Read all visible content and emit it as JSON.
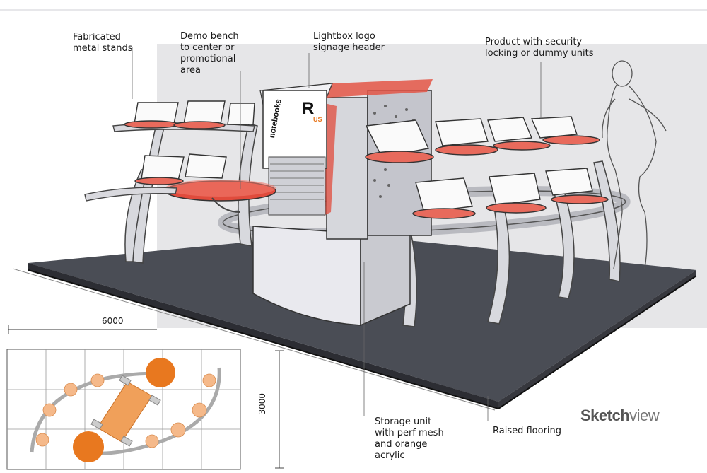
{
  "annotations": {
    "metal_stands": "Fabricated\nmetal stands",
    "demo_bench": "Demo bench\nto center or\npromotional\narea",
    "lightbox": "Lightbox logo\nsignage header",
    "product_security": "Product with security\nlocking or dummy units",
    "storage_unit": "Storage unit\nwith perf mesh\nand orange\nacrylic",
    "raised_flooring": "Raised flooring"
  },
  "dimensions": {
    "width": "6000",
    "depth": "3000"
  },
  "brand": {
    "bold_part": "Sketch",
    "light_part": "view"
  },
  "signage": {
    "logo_text": "notebooks",
    "logo_mark": "R",
    "logo_suffix": "US"
  },
  "colors": {
    "accent_orange": "#e8781f",
    "accent_red": "#e04b3c",
    "floor": "#4a4d55",
    "backdrop": "#e6e6e8"
  }
}
